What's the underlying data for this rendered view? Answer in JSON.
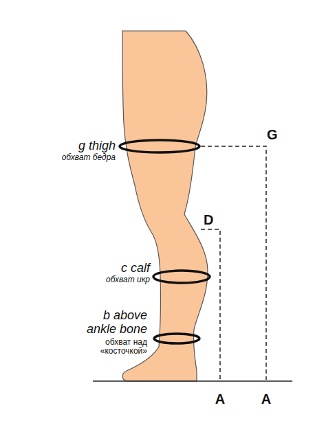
{
  "diagram": {
    "labels": [
      "g thigh",
      "обхват бедра",
      "c calf",
      "обхват икр",
      "b above ankle bone",
      "обхват над «косточкой»",
      "G",
      "D",
      "A",
      "A"
    ]
  }
}
